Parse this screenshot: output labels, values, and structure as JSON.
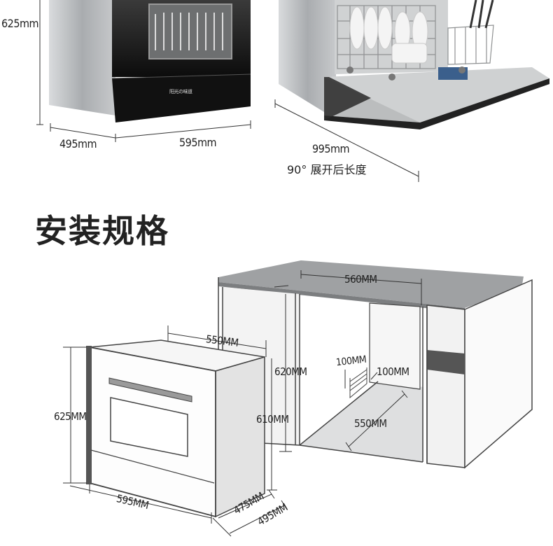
{
  "top_figure": {
    "brand_label": "阳光の味道",
    "height_label": "625mm",
    "depth_label": "495mm",
    "width_label": "595mm",
    "open_length_label": "995mm",
    "open_caption": "90°  展开后长度"
  },
  "section_title": "安装规格",
  "install_figure": {
    "cabinet_width_label": "560MM",
    "cabinet_height_label": "620MM",
    "cabinet_depth_label": "550MM",
    "notch_height_label": "100MM",
    "notch_depth_label": "100MM",
    "unit_depth_top_label": "550MM",
    "unit_height_label": "625MM",
    "unit_height_side_label": "610MM",
    "unit_width_label": "595MM",
    "unit_depth_bottom_label": "475MM",
    "unit_depth_total_label": "495MM"
  },
  "colors": {
    "machine_black": "#141414",
    "steel_gray": "#b9bcbf",
    "counter_gray": "#8a8c8e",
    "line": "#333333"
  }
}
